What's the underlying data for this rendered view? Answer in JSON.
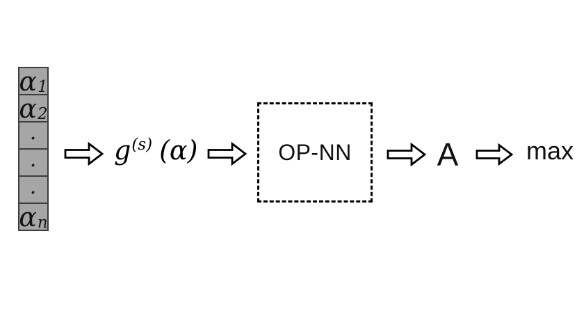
{
  "colors": {
    "background": "#ffffff",
    "cell_fill": "#a6a6a6",
    "cell_border": "#3d3d3d",
    "line": "#000000",
    "arrow_fill": "#ffffff"
  },
  "input_vector": {
    "cells": [
      {
        "base": "α",
        "sub": "1"
      },
      {
        "base": "α",
        "sub": "2"
      },
      {
        "base": ".",
        "sub": ""
      },
      {
        "base": ".",
        "sub": ""
      },
      {
        "base": ".",
        "sub": ""
      },
      {
        "base": "α",
        "sub": "n"
      }
    ]
  },
  "function_label": {
    "base": "g",
    "sup": "(s)",
    "arg": "(α)"
  },
  "opnn_box": {
    "label": "OP-NN"
  },
  "output_label": "A",
  "final_label": "max"
}
